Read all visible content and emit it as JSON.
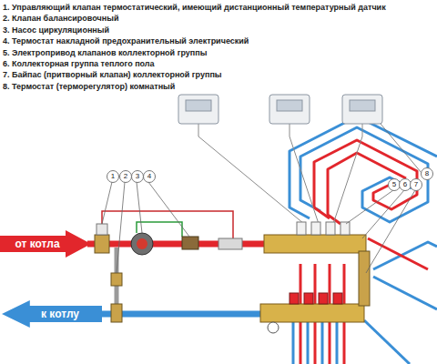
{
  "diagram": {
    "nodes": [
      {
        "text": [
          "от котла"
        ]
      },
      {
        "text": [
          "к котлу"
        ]
      }
    ],
    "labels": [
      "1. Управляющий клапан термостатический, имеющий дистанционный температурный датчик",
      "2. Клапан балансировочный",
      "3. Насос циркуляционный",
      "4. Термостат накладной предохранительный электрический",
      "5. Электропривод клапанов коллекторной группы",
      "6. Коллекторная группа теплого пола",
      "7. Байпас (притворный клапан) коллекторной группы",
      "8. Термостат (терморегулятор) комнатный",
      "1",
      "2",
      "3",
      "4",
      "5",
      "6",
      "7",
      "8"
    ]
  }
}
